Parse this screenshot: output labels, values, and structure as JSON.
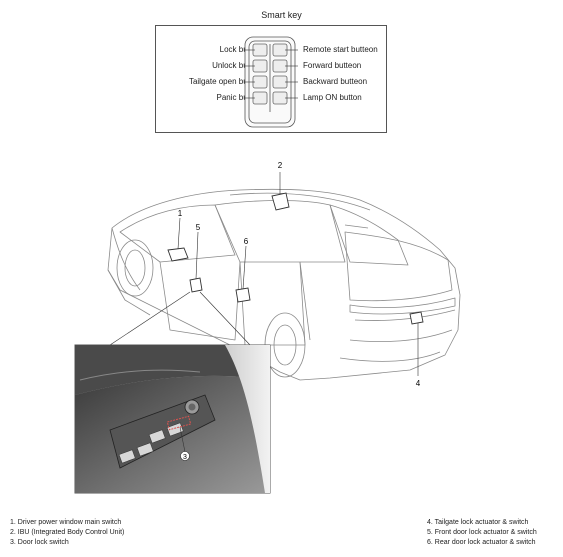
{
  "smart_key": {
    "title": "Smart key",
    "left_labels": [
      "Lock button",
      "Unlock button",
      "Tailgate open button",
      "Panic button"
    ],
    "right_labels": [
      "Remote start butteon",
      "Forward butteon",
      "Backward butteon",
      "Lamp ON button"
    ]
  },
  "callouts": {
    "c1": "1",
    "c2": "2",
    "c3": "3",
    "c4": "4",
    "c5": "5",
    "c6": "6"
  },
  "legend": {
    "left": [
      "1. Driver power window main switch",
      "2. IBU (Integrated Body Control Unit)",
      "3. Door lock switch"
    ],
    "right": [
      "4. Tailgate lock actuator & switch",
      "5. Front door lock actuator & switch",
      "6. Rear door lock actuator & switch"
    ]
  }
}
